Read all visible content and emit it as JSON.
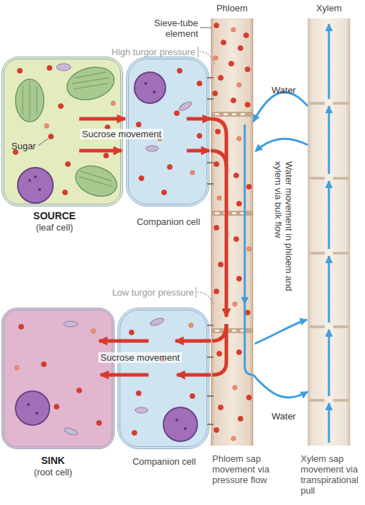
{
  "diagram": {
    "nodes": [
      {
        "text": [
          "SOURCE",
          "(leaf cell)"
        ]
      },
      {
        "text": [
          "Companion cell"
        ]
      },
      {
        "text": [
          "Phloem"
        ]
      },
      {
        "text": [
          "Xylem"
        ]
      },
      {
        "text": [
          "SINK",
          "(root cell)"
        ]
      },
      {
        "text": [
          "Companion cell"
        ]
      }
    ],
    "edges": [
      {
        "from": 0,
        "to": 1,
        "arrow": "to",
        "label": "Sucrose movement"
      },
      {
        "from": 1,
        "to": 2,
        "arrow": "to"
      },
      {
        "from": 3,
        "to": 2,
        "arrow": "to",
        "label": "Water"
      },
      {
        "from": 2,
        "to": 3,
        "arrow": "to",
        "label": "Water"
      },
      {
        "from": 2,
        "to": 5,
        "arrow": "to"
      },
      {
        "from": 5,
        "to": 4,
        "arrow": "to",
        "label": "Sucrose movement"
      }
    ],
    "labels": [
      "Sieve-tube element",
      "High turgor pressure",
      "Sugar",
      "Water movement in phloem and xylem via bulk flow",
      "Low turgor pressure",
      "Phloem sap movement via pressure flow",
      "Xylem sap movement via transpirational pull"
    ]
  }
}
